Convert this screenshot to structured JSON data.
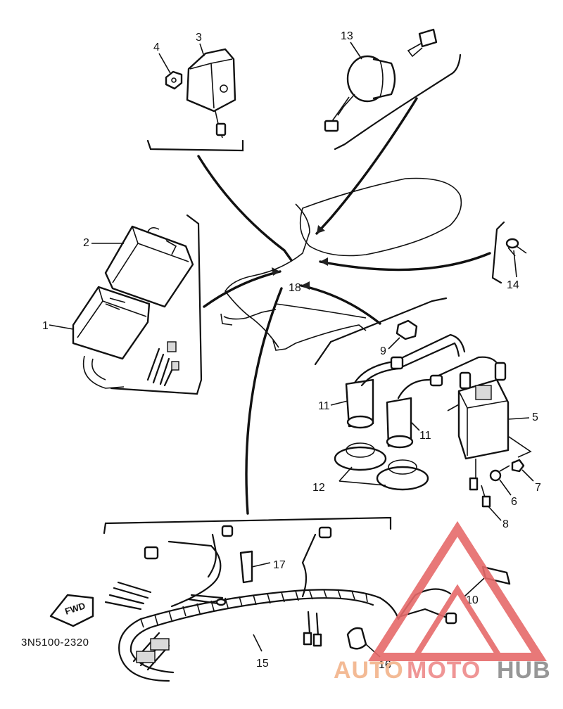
{
  "diagram": {
    "code": "3N5100-2320",
    "forward_marker": "FWD",
    "callouts": {
      "c1": "1",
      "c2": "2",
      "c3": "3",
      "c4": "4",
      "c5": "5",
      "c6": "6",
      "c7": "7",
      "c8": "8",
      "c9": "9",
      "c11a": "11",
      "c11b": "11",
      "c12": "12",
      "c13": "13",
      "c14": "14",
      "c15": "15",
      "c16": "16",
      "c17": "17",
      "c18": "18"
    }
  },
  "watermark": {
    "part1": "AUTO",
    "part2": "MOTO",
    "part3": "HUB",
    "colors": {
      "auto": "#f2b38a",
      "moto": "#ee8a8a",
      "hub": "#8c8c8c",
      "triangle": "#e66a6a"
    }
  }
}
